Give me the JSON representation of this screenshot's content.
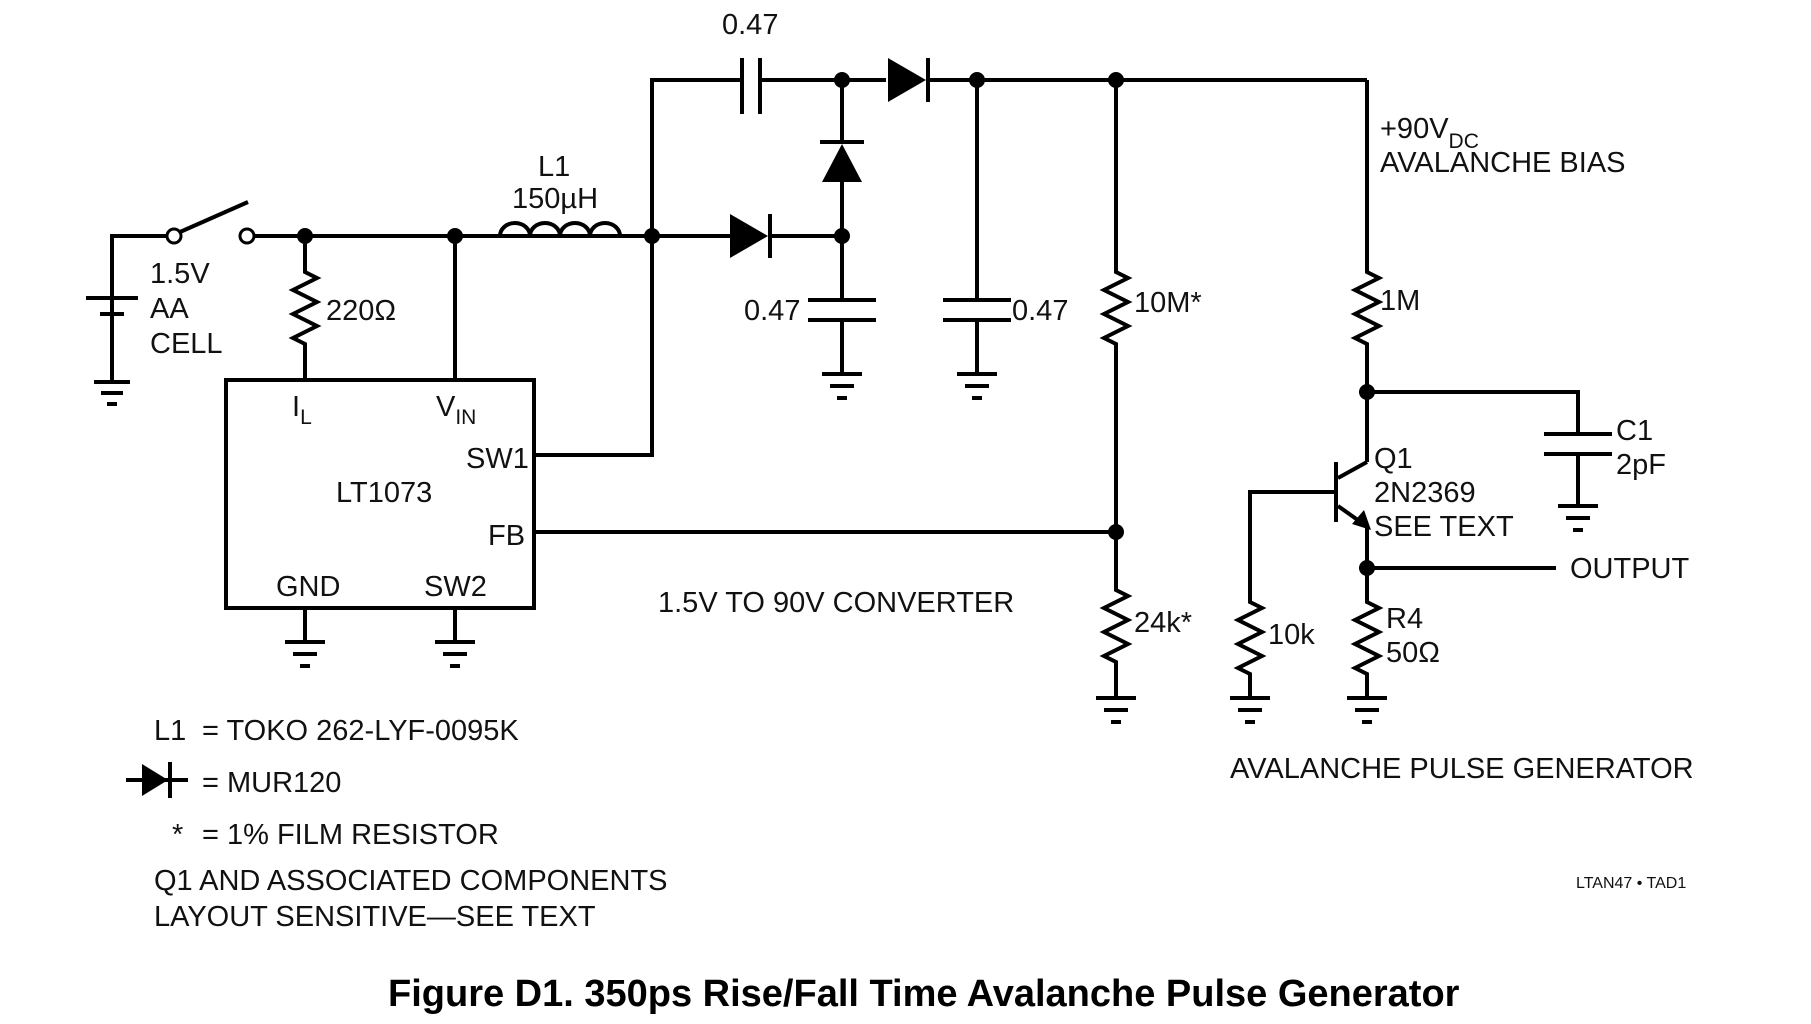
{
  "figure": {
    "title": "Figure D1. 350ps Rise/Fall Time Avalanche Pulse Generator",
    "ref_code": "LTAN47 • TAD1"
  },
  "battery": {
    "line1": "1.5V",
    "line2": "AA",
    "line3": "CELL"
  },
  "ic": {
    "name": "LT1073",
    "pin_il_main": "I",
    "pin_il_sub": "L",
    "pin_vin_main": "V",
    "pin_vin_sub": "IN",
    "pin_sw1": "SW1",
    "pin_fb": "FB",
    "pin_gnd": "GND",
    "pin_sw2": "SW2"
  },
  "components": {
    "r_il": "220Ω",
    "l1_name": "L1",
    "l1_value": "150µH",
    "cap_top": "0.47",
    "cap_mid": "0.47",
    "cap_right": "0.47",
    "r10m": "10M*",
    "r24k": "24k*",
    "r1m": "1M",
    "r10k": "10k",
    "r4_name": "R4",
    "r4_value": "50Ω",
    "c1_name": "C1",
    "c1_value": "2pF",
    "q1_name": "Q1",
    "q1_part": "2N2369",
    "q1_note": "SEE TEXT"
  },
  "labels": {
    "bias_main": "+90V",
    "bias_sub": "DC",
    "bias_line2": "AVALANCHE BIAS",
    "output": "OUTPUT",
    "converter": "1.5V TO 90V CONVERTER",
    "pulse_gen": "AVALANCHE PULSE GENERATOR"
  },
  "notes": {
    "l1_key": "L1",
    "l1_text": "= TOKO 262-LYF-0095K",
    "diode_text": "= MUR120",
    "star_key": "*",
    "star_text": "= 1% FILM RESISTOR",
    "q1_line1": "Q1 AND ASSOCIATED COMPONENTS",
    "q1_line2": "LAYOUT SENSITIVE—SEE TEXT"
  }
}
